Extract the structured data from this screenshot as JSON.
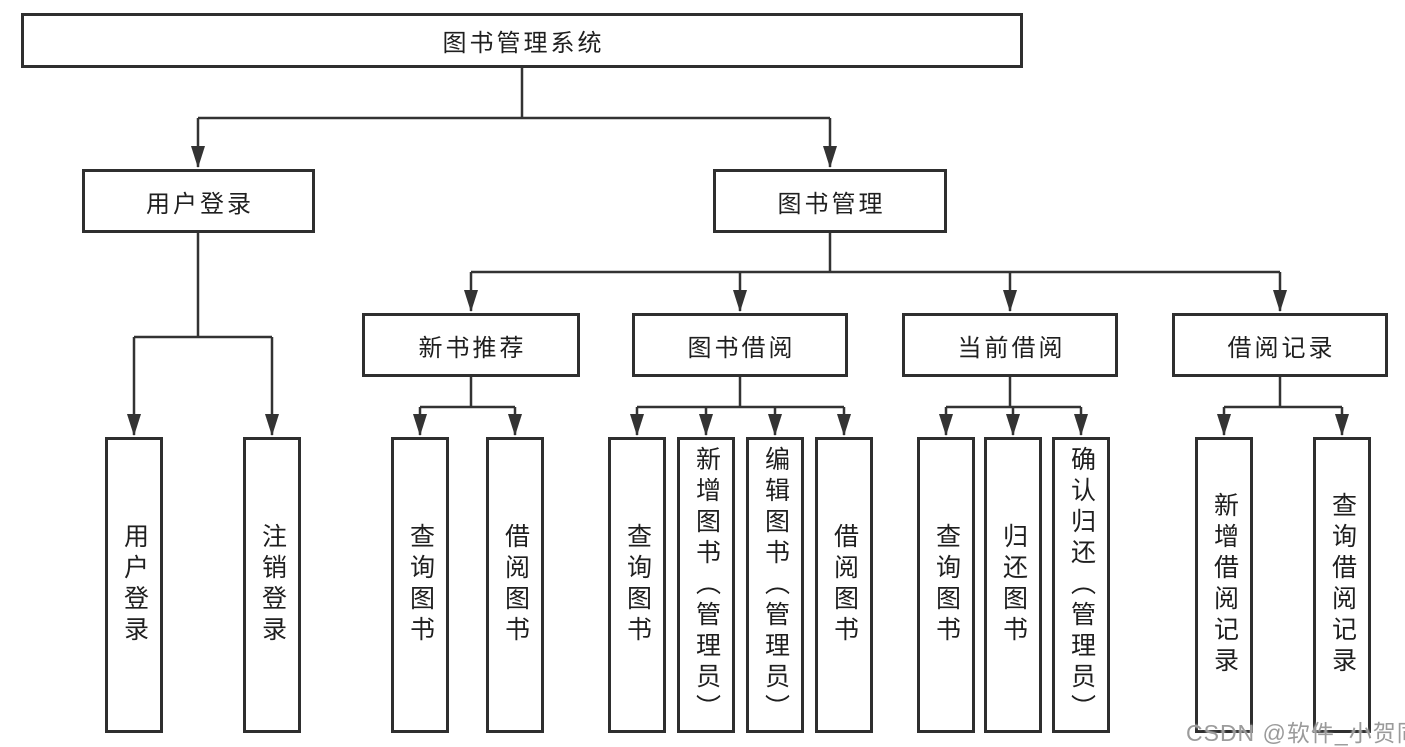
{
  "diagram": {
    "root": {
      "label": "图书管理系统"
    },
    "level2": [
      {
        "label": "用户登录"
      },
      {
        "label": "图书管理"
      }
    ],
    "level3": [
      {
        "label": "新书推荐"
      },
      {
        "label": "图书借阅"
      },
      {
        "label": "当前借阅"
      },
      {
        "label": "借阅记录"
      }
    ],
    "leaves": {
      "user_login": [
        "用户登录",
        "注销登录"
      ],
      "new_book_rec": [
        "查询图书",
        "借阅图书"
      ],
      "book_borrow": [
        "查询图书",
        "新增图书（管理员）",
        "编辑图书（管理员）",
        "借阅图书"
      ],
      "current_borrow": [
        "查询图书",
        "归还图书",
        "确认归还（管理员）"
      ],
      "borrow_records": [
        "新增借阅记录",
        "查询借阅记录"
      ]
    }
  },
  "watermark": {
    "text": "CSDN @软件_小贺同学"
  },
  "colors": {
    "line": "#333333",
    "box_border": "#2f2f2f",
    "text": "#1f1f1f",
    "watermark": "#9b9b9b",
    "background": "#ffffff"
  }
}
